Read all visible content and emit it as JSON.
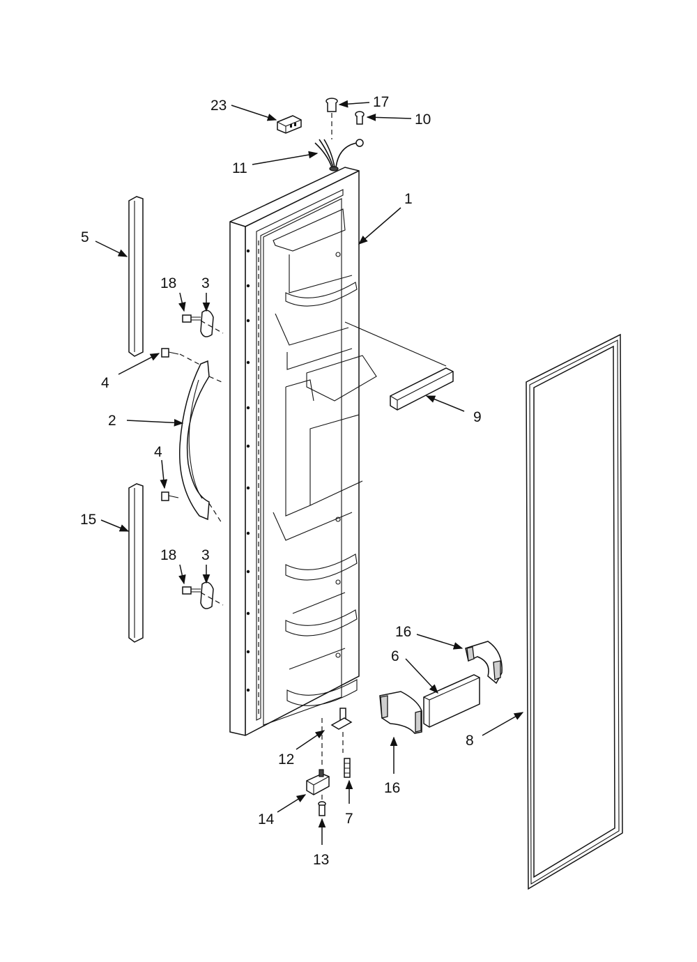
{
  "labels": {
    "p1": "1",
    "p2": "2",
    "p3a": "3",
    "p3b": "3",
    "p4a": "4",
    "p4b": "4",
    "p5": "5",
    "p6": "6",
    "p7": "7",
    "p8": "8",
    "p9": "9",
    "p10": "10",
    "p11": "11",
    "p12": "12",
    "p13": "13",
    "p14": "14",
    "p15": "15",
    "p16a": "16",
    "p16b": "16",
    "p17": "17",
    "p18a": "18",
    "p18b": "18",
    "p23": "23"
  }
}
